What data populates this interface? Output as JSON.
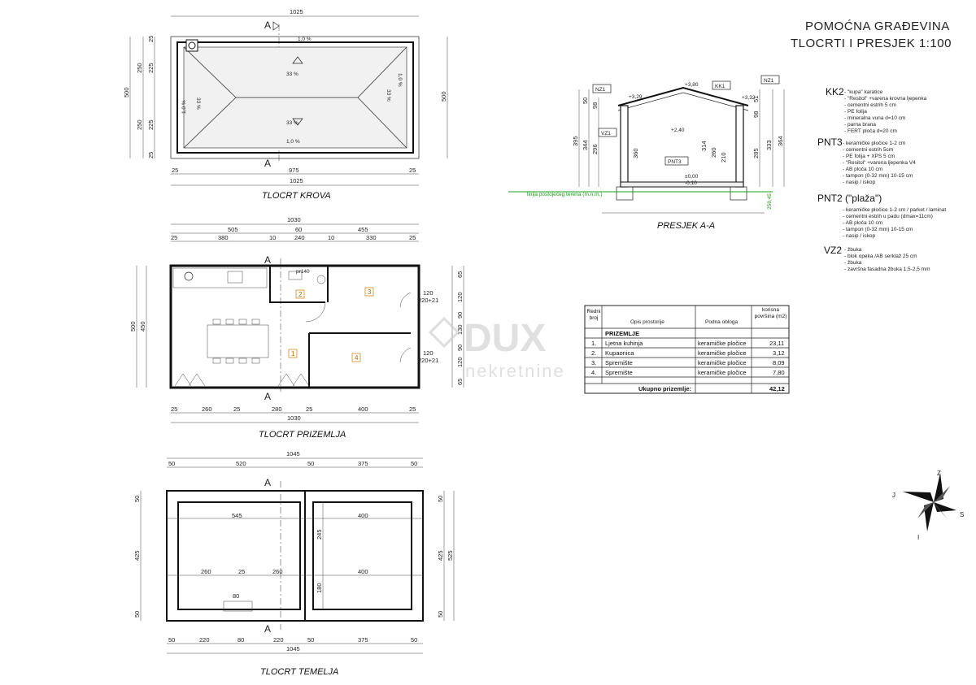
{
  "title": {
    "line1": "POMOĆNA GRAĐEVINA",
    "line2": "TLOCRTI I PRESJEK 1:100"
  },
  "roof_plan": {
    "caption": "TLOCRT KROVA",
    "section_mark": "A",
    "dims_top": "1025",
    "dims_bottom": [
      "25",
      "975",
      "25"
    ],
    "dims_bottom_total": "1025",
    "dims_left": [
      "250",
      "250",
      "500"
    ],
    "dims_left_inner": [
      "25",
      "225",
      "225",
      "25"
    ],
    "dims_right": "500",
    "slopes": [
      "1,0 %",
      "1,0 %",
      "33 %",
      "33 %",
      "33 %",
      "33 %",
      "1,0 %",
      "1,0 %"
    ]
  },
  "ground_plan": {
    "caption": "TLOCRT PRIZEMLJA",
    "section_mark": "A",
    "dims_top_total": "1030",
    "dims_top_mid": [
      "505",
      "60",
      "455"
    ],
    "dims_top_detail": [
      "25",
      "380",
      "10",
      "240",
      "10",
      "330",
      "25"
    ],
    "dims_bottom": [
      "25",
      "260",
      "25",
      "280",
      "25",
      "400",
      "25"
    ],
    "dims_bottom_total": "1030",
    "dims_left": [
      "500",
      "450"
    ],
    "dims_right": [
      "65",
      "120",
      "90",
      "130",
      "90",
      "120",
      "65"
    ],
    "window_note": "pr140",
    "door1": [
      "120",
      "220+21"
    ],
    "door2": [
      "120",
      "220+21"
    ],
    "room_numbers": [
      "1",
      "2",
      "3",
      "4"
    ]
  },
  "foundation_plan": {
    "caption": "TLOCRT TEMELJA",
    "section_mark": "A",
    "dims_top_total": "1045",
    "dims_top": [
      "50",
      "520",
      "50",
      "375",
      "50"
    ],
    "dims_inner_top": [
      "545",
      "400"
    ],
    "dims_inner_bottom": [
      "260",
      "25",
      "260",
      "400"
    ],
    "dims_left": [
      "50",
      "425",
      "50"
    ],
    "dims_right": [
      "50",
      "425",
      "525",
      "50"
    ],
    "dims_mid_right": [
      "245",
      "180"
    ],
    "opening": "80",
    "dims_bottom": [
      "50",
      "220",
      "80",
      "220",
      "50",
      "375",
      "50"
    ],
    "dims_bottom_total": "1045"
  },
  "section": {
    "caption": "PRESJEK A-A",
    "tags": [
      "NZ1",
      "KK1",
      "NZ1",
      "VZ1",
      "PNT3"
    ],
    "levels": [
      "+3,29",
      "+3,80",
      "+3,32",
      "+2,40",
      "±0,00",
      "-0,10"
    ],
    "terrain_label": "linija postojećeg terena (m.n.m.)",
    "dims_left": [
      "50",
      "98",
      "395",
      "344",
      "296",
      "360"
    ],
    "dims_right": [
      "51",
      "98",
      "285",
      "333",
      "364"
    ],
    "dims_inner": [
      "314",
      "260",
      "210"
    ],
    "terrain_value": "258,45"
  },
  "legend": [
    {
      "code": "KK2",
      "lines": [
        "- \"kupa\" karatice",
        "- \"Resitol\" +varena krovna ljepenka",
        "- cementni estrih 5 cm",
        "- PE folija",
        "- mineralna vuna d=10 cm",
        "- parna brana",
        "- FERT ploča d=20 cm"
      ]
    },
    {
      "code": "PNT3",
      "lines": [
        "- keramičke pločice 1-2 cm",
        "- cementni estrih 5cm",
        "- PE folija + XPS 5 cm",
        "- \"Resitol\" +varena ljepenka V4",
        "- AB ploča 10 cm",
        "- tampon (0-32 mm) 10-15 cm",
        "- nasip / iskop"
      ]
    },
    {
      "code": "PNT2 (\"plaža\")",
      "lines": [
        "- keramičke pločice 1-2 cm / parket / laminat",
        "- cementni estrih u padu (dmax=11cm)",
        "- AB ploča 10 cm",
        "- tampon (0-32 mm) 10-15 cm",
        "- nasip / iskop"
      ]
    },
    {
      "code": "VZ2",
      "lines": [
        "- žbuka",
        "- blok opeka /AB serklaž  25 cm",
        "- žbuka",
        "- završna fasadna žbuka 1,5-2,5 mm"
      ]
    }
  ],
  "room_table": {
    "headers": [
      "Redni broj",
      "Opis prostorije",
      "Podna obloga",
      "korisna površina (m2)"
    ],
    "section": "PRIZEMLJE",
    "rows": [
      {
        "no": "1.",
        "name": "Ljetna kuhinja",
        "floor": "keramičke pločice",
        "area": "23,11"
      },
      {
        "no": "2.",
        "name": "Kupaonica",
        "floor": "keramičke pločice",
        "area": "3,12"
      },
      {
        "no": "3.",
        "name": "Spremište",
        "floor": "keramičke pločice",
        "area": "8,09"
      },
      {
        "no": "4.",
        "name": "Spremište",
        "floor": "keramičke pločice",
        "area": "7,80"
      }
    ],
    "total_label": "Ukupno prizemlje:",
    "total_value": "42,12"
  },
  "watermark": {
    "brand": "DUX",
    "sub": "nekretnine"
  },
  "compass": {
    "labels": [
      "Z",
      "J",
      "S",
      "I"
    ]
  }
}
